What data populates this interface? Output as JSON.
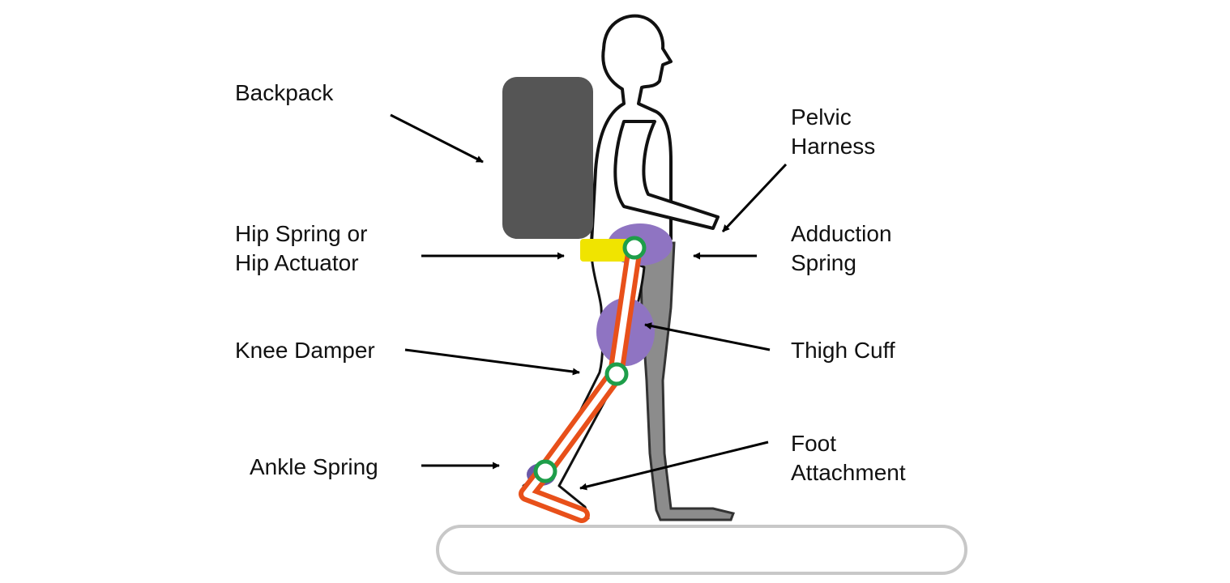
{
  "labels": {
    "backpack": [
      "Backpack"
    ],
    "pelvic_harness": [
      "Pelvic",
      "Harness"
    ],
    "hip": [
      "Hip Spring or",
      "Hip Actuator"
    ],
    "adduction_spring": [
      "Adduction",
      "Spring"
    ],
    "knee_damper": [
      "Knee Damper"
    ],
    "thigh_cuff": [
      "Thigh Cuff"
    ],
    "ankle_spring": [
      "Ankle Spring"
    ],
    "foot_attachment": [
      "Foot",
      "Attachment"
    ]
  },
  "colors": {
    "backpack": "#555555",
    "human_outline": "#111111",
    "far_leg": "#8c8c8c",
    "exo_frame": "#e8501a",
    "joint": "#1e9e4a",
    "hip_actuator": "#f0e400",
    "cuff": "#8f74c2",
    "treadmill": "#cccccc"
  }
}
